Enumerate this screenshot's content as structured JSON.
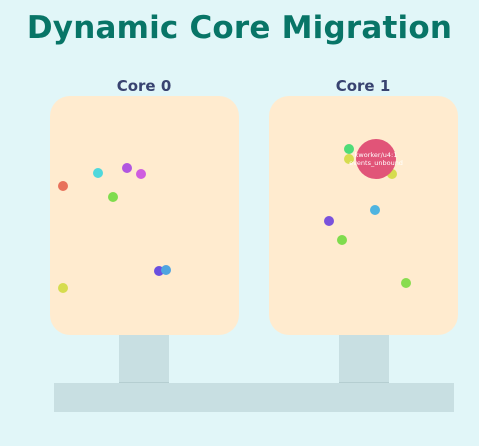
{
  "title": "Dynamic Core Migration",
  "cores": [
    {
      "label": "Core 0",
      "tasks": [
        {
          "color": "#e8715b"
        },
        {
          "color": "#4fd8dc"
        },
        {
          "color": "#b156e0"
        },
        {
          "color": "#cf5ce0"
        },
        {
          "color": "#7fdc4d"
        },
        {
          "color": "#6a4fe0"
        },
        {
          "color": "#4fa4e0"
        },
        {
          "color": "#d6dc4f"
        }
      ]
    },
    {
      "label": "Core 1",
      "tasks": [
        {
          "color": "#4fdc78"
        },
        {
          "color": "#d6dc4f"
        },
        {
          "color": "#d6dc4f"
        },
        {
          "color": "#4fb4e0"
        },
        {
          "color": "#7a52dc"
        },
        {
          "color": "#7fdc4d"
        },
        {
          "color": "#88dc4f"
        }
      ],
      "highlighted_task": {
        "line1": "kworker/u4:1",
        "line2": "events_unbound",
        "color": "#e15478"
      }
    }
  ],
  "colors": {
    "background": "#e1f6f8",
    "title": "#087567",
    "core_label": "#384370",
    "core_fill": "#ffebcf",
    "pillar": "#c8dfe2"
  }
}
